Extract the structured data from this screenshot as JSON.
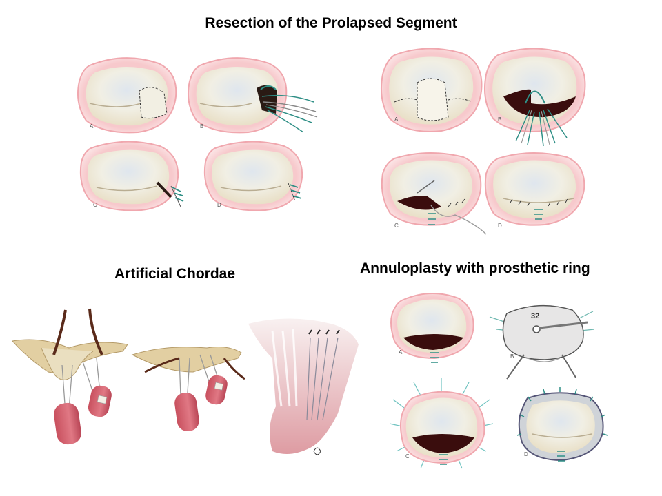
{
  "titles": {
    "resection": "Resection of the Prolapsed Segment",
    "chordae": "Artificial Chordae",
    "annuloplasty": "Annuloplasty with prosthetic ring"
  },
  "panel_labels": {
    "a": "A",
    "b": "B",
    "c": "C",
    "d": "D"
  },
  "ring_size": "32",
  "colors": {
    "annulus_outer": "#f2b3b8",
    "leaflet": "#f3f0e2",
    "suture_green": "#2f8f86",
    "muscle": "#d45f6c",
    "chord_tissue": "#e7d8b8"
  }
}
